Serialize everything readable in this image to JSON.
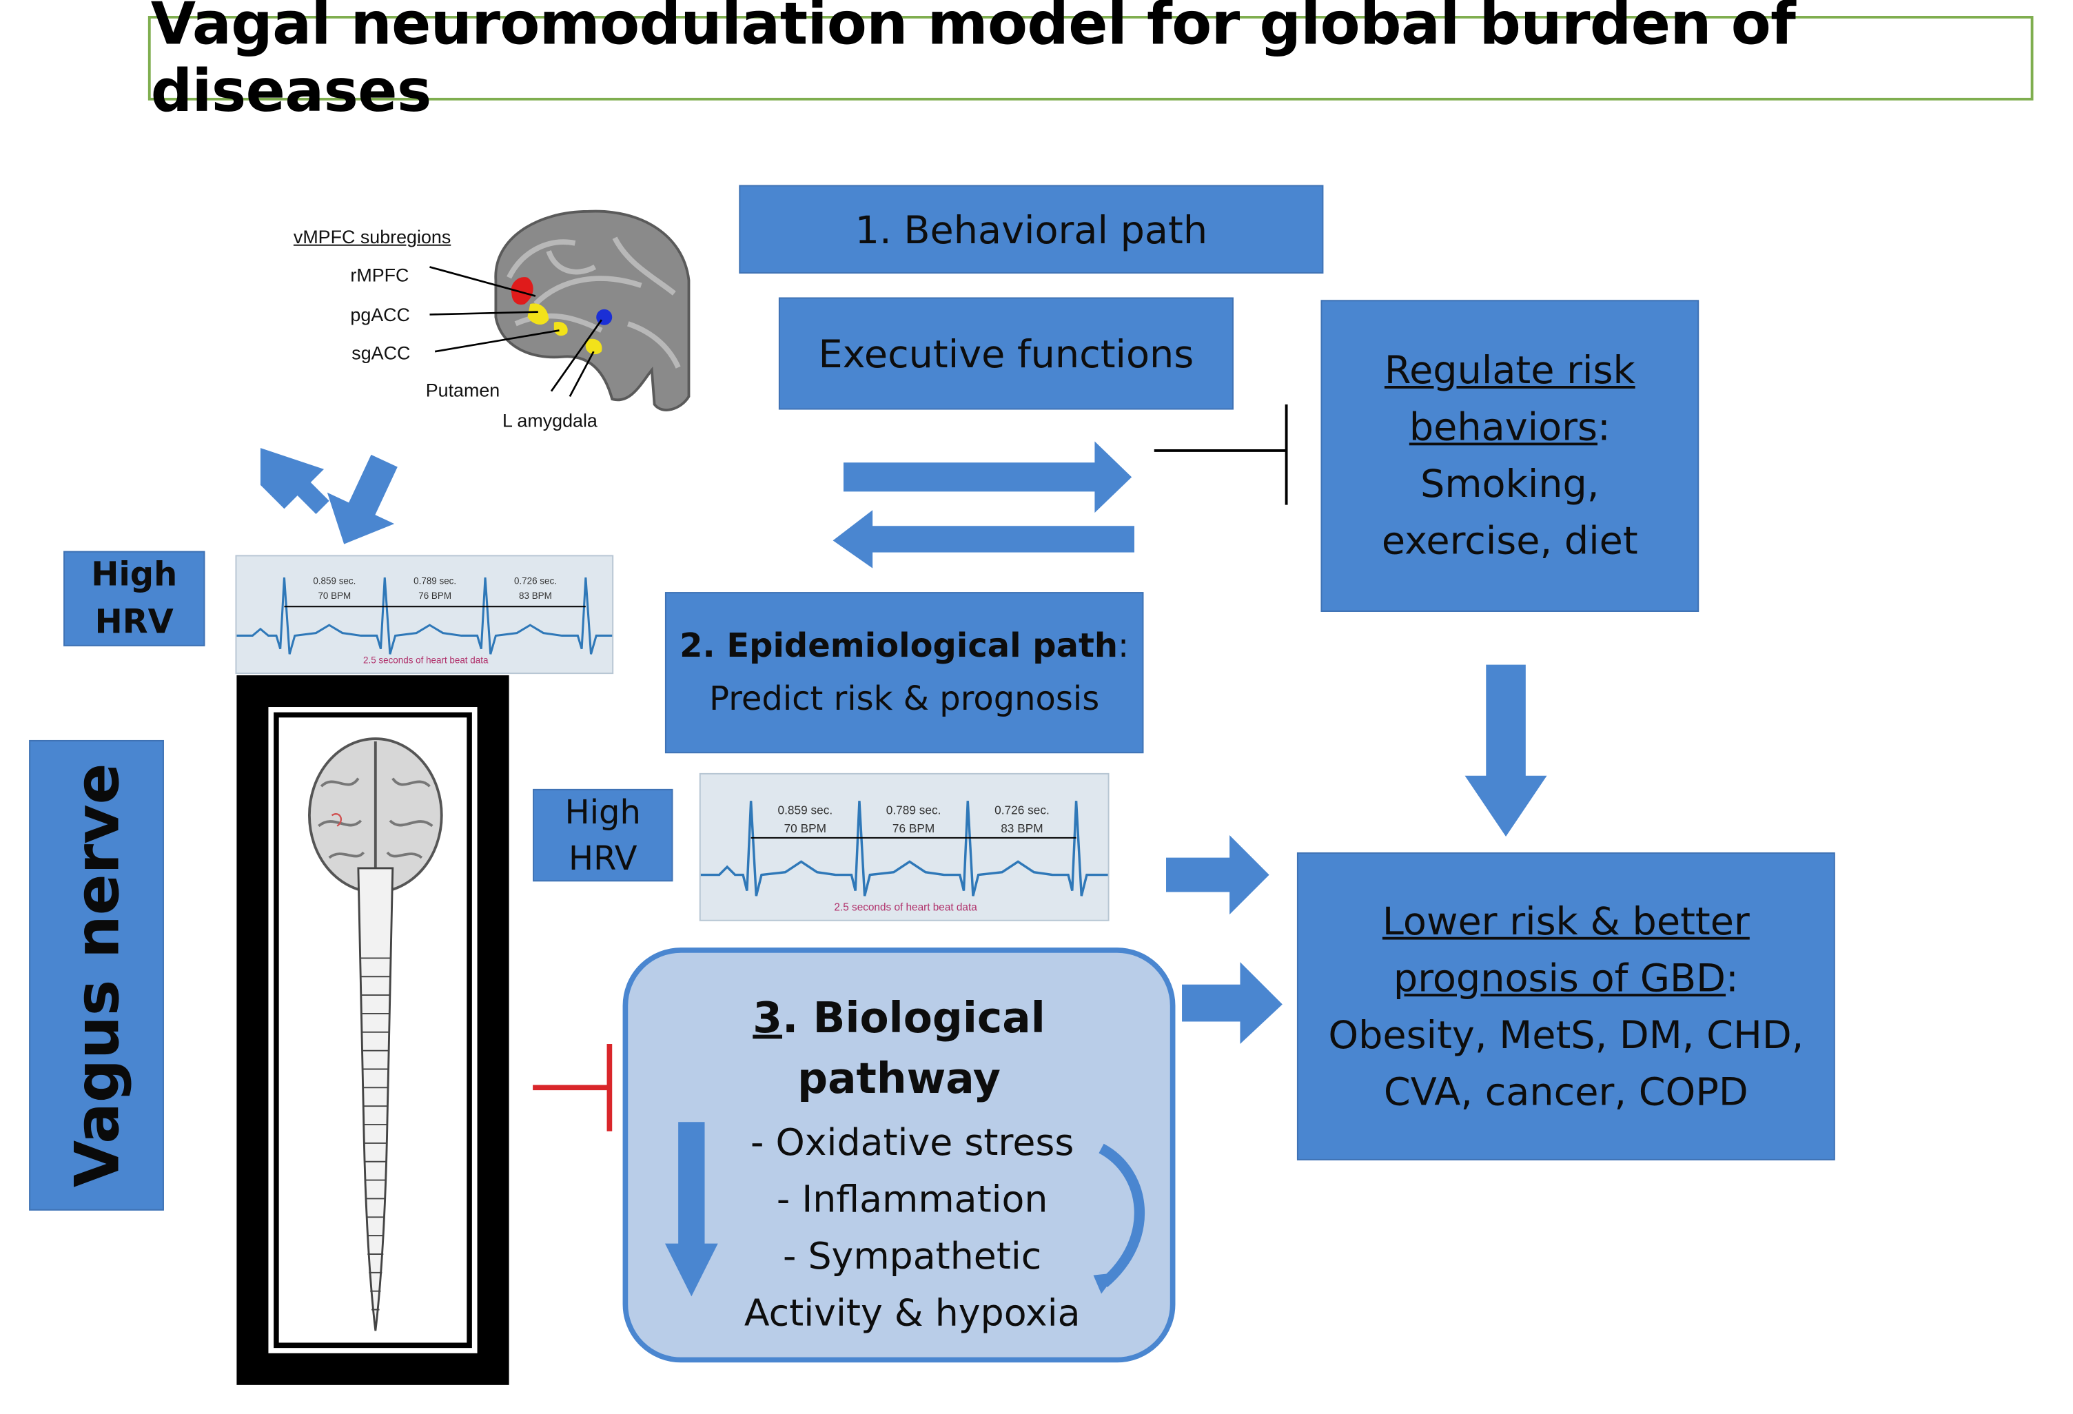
{
  "title": "Vagal neuromodulation model for global burden of diseases",
  "brain_labels": {
    "heading": "vMPFC subregions",
    "rmpfc": "rMPFC",
    "pgacc": "pgACC",
    "sgacc": "sgACC",
    "putamen": "Putamen",
    "amygdala": "L amygdala"
  },
  "high_hrv_1": "High HRV",
  "high_hrv_2": "High HRV",
  "ecg": {
    "intervals": [
      "0.859 sec.",
      "0.789 sec.",
      "0.726 sec."
    ],
    "bpm": [
      "70 BPM",
      "76 BPM",
      "83 BPM"
    ],
    "caption": "2.5 seconds of heart beat data"
  },
  "vagus_label": "Vagus nerve",
  "path1": "1. Behavioral path",
  "executive": "Executive functions",
  "regulate": {
    "line1": "Regulate risk",
    "line2": "behaviors",
    "line2_suffix": ":",
    "line3": "Smoking,",
    "line4": "exercise, diet"
  },
  "path2": {
    "bold": "2. Epidemiological path",
    "bold_suffix": ":",
    "line2": "Predict risk & prognosis"
  },
  "path3": {
    "num": "3",
    "title_rest": ". Biological",
    "title_line2": "pathway",
    "items": [
      "- Oxidative stress",
      "- Inflammation",
      "- Sympathetic",
      "Activity & hypoxia"
    ]
  },
  "outcome": {
    "line1": "Lower risk & better",
    "line2": "prognosis of GBD",
    "line2_suffix": ":",
    "line3": "Obesity, MetS, DM, CHD,",
    "line4": "CVA, cancer, COPD"
  },
  "colors": {
    "box_blue": "#4a86d0",
    "light_blue_box": "#b9cde8",
    "title_border": "#7fae4f",
    "inhibit_red": "#d9262a",
    "ecg_trace": "#2f78b8",
    "brain_red": "#e01b1b",
    "brain_yellow": "#f2e21a"
  }
}
